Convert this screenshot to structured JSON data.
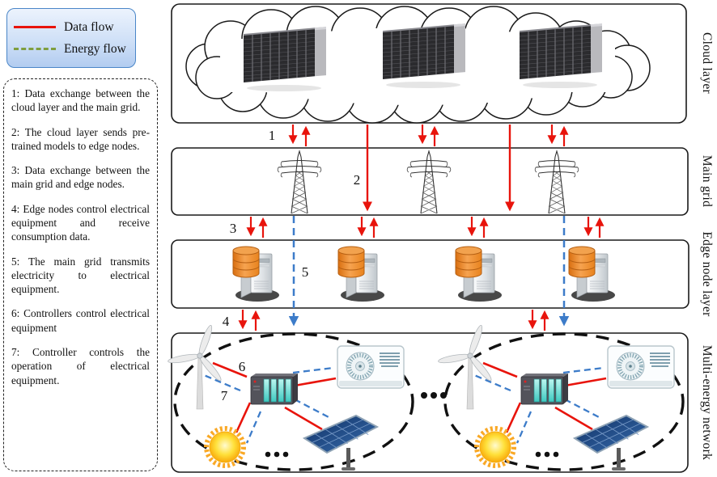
{
  "legend": {
    "data_flow_label": "Data flow",
    "energy_flow_label": "Energy flow"
  },
  "notes": {
    "items": [
      "1: Data exchange between the cloud layer and the main grid.",
      "2: The cloud layer sends pre-trained models to edge nodes.",
      "3: Data exchange between the main grid and edge nodes.",
      "4: Edge nodes control electrical equipment and receive consumption data.",
      "5: The main grid transmits electricity to electrical equipment.",
      "6: Controllers control electrical equipment",
      "7: Controller controls the operation of electrical equipment."
    ]
  },
  "layer_labels": {
    "cloud": "Cloud layer",
    "main_grid": "Main grid",
    "edge": "Edge node layer",
    "multi_energy": "Multi-energy network"
  },
  "flow_numbers": {
    "n1": "1",
    "n2": "2",
    "n3": "3",
    "n4": "4",
    "n5": "5",
    "n6": "6",
    "n7": "7"
  },
  "ellipsis": "...",
  "colors": {
    "data_flow_line": "#e8140c",
    "energy_flow_legend_swatch": "#7f9e3f",
    "energy_flow_line": "#3d7cc9",
    "legend_border": "#4a86c8",
    "database_orange": "#e8831e",
    "controller_slots_teal": "#5fd8d0",
    "network_ellipse": "#111111"
  }
}
